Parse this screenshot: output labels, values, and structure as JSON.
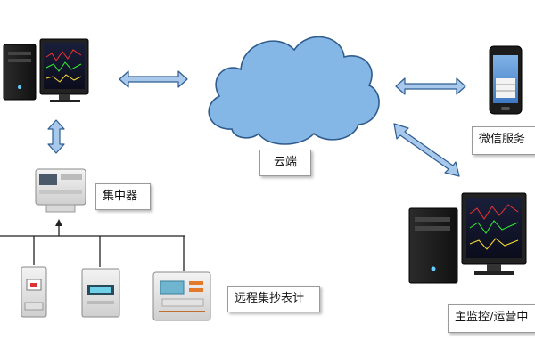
{
  "labels": {
    "collector": "集中器",
    "cloud": "云端",
    "remote_meter": "远程集抄表计",
    "wechat_service": "微信服务",
    "main_monitor": "主监控/运营中"
  },
  "colors": {
    "cloud_fill": "#84b7e6",
    "cloud_stroke": "#2f5c8c",
    "arrow_fill": "#a8c9ec",
    "arrow_stroke": "#2e5d91",
    "line": "#222222"
  },
  "icons": [
    "desktop-computer-icon",
    "collector-device-icon",
    "breaker-meter-icon",
    "din-meter-icon",
    "smart-meter-icon",
    "smartphone-icon",
    "cloud-icon"
  ]
}
